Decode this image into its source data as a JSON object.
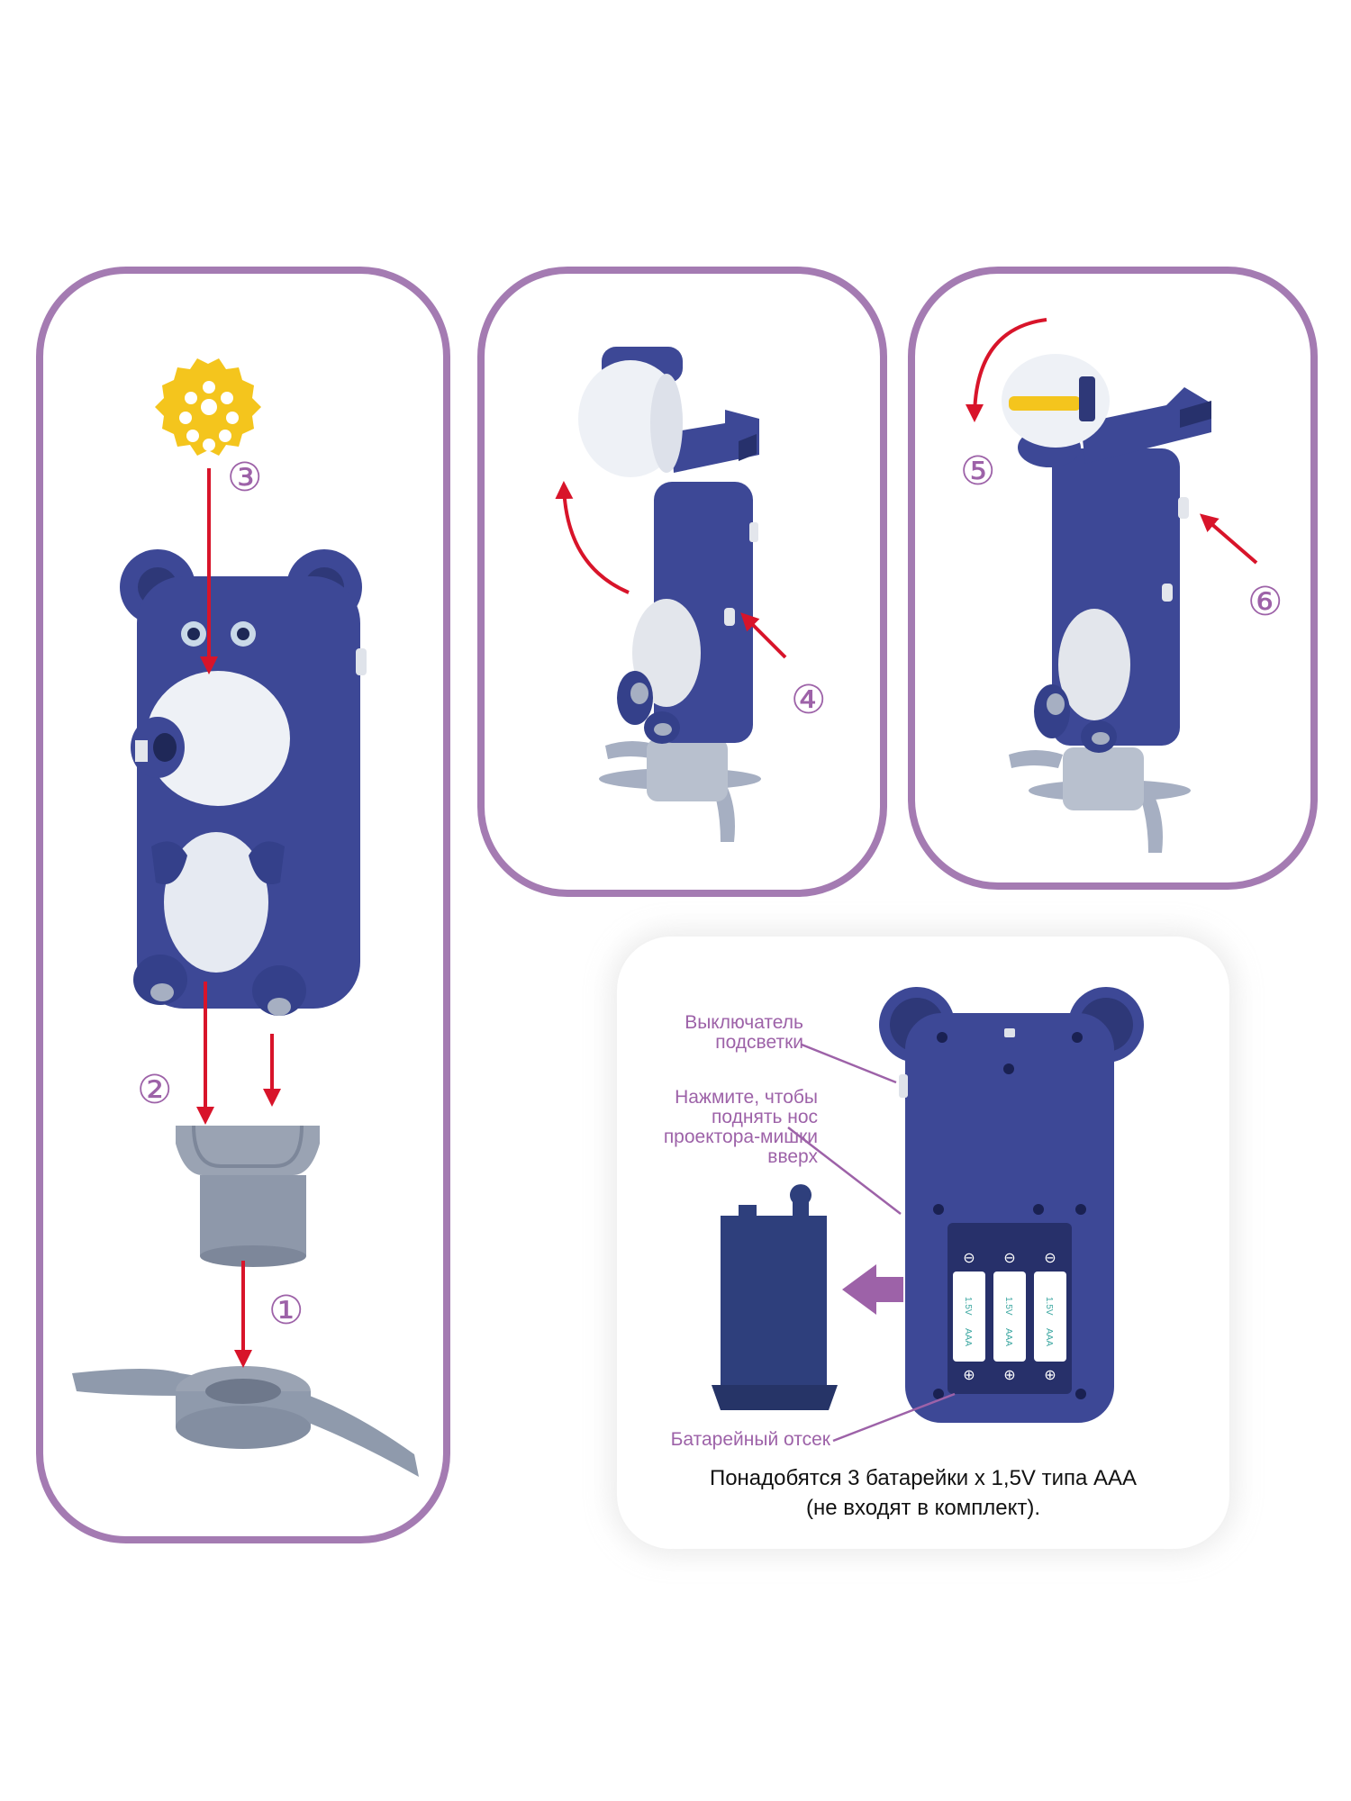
{
  "steps": [
    "①",
    "②",
    "③",
    "④",
    "⑤",
    "⑥"
  ],
  "labels": {
    "backlight_switch": "Выключатель подсветки",
    "press_nose": "Нажмите, чтобы поднять нос проектора-мишки вверх",
    "battery_compartment": "Батарейный отсек"
  },
  "battery": {
    "voltage": "1.5V",
    "type": "AAA",
    "minus": "⊖",
    "plus": "⊕"
  },
  "note": {
    "line1": "Понадобятся 3 батарейки х 1,5V типа AAA",
    "line2": "(не входят в комплект)."
  },
  "colors": {
    "frame": "#a47bb2",
    "label": "#9d62a8",
    "bear_blue": "#3d4896",
    "arrow": "#d8142a",
    "stand_grey": "#8f9aac",
    "disc_yellow": "#f4c51d"
  }
}
